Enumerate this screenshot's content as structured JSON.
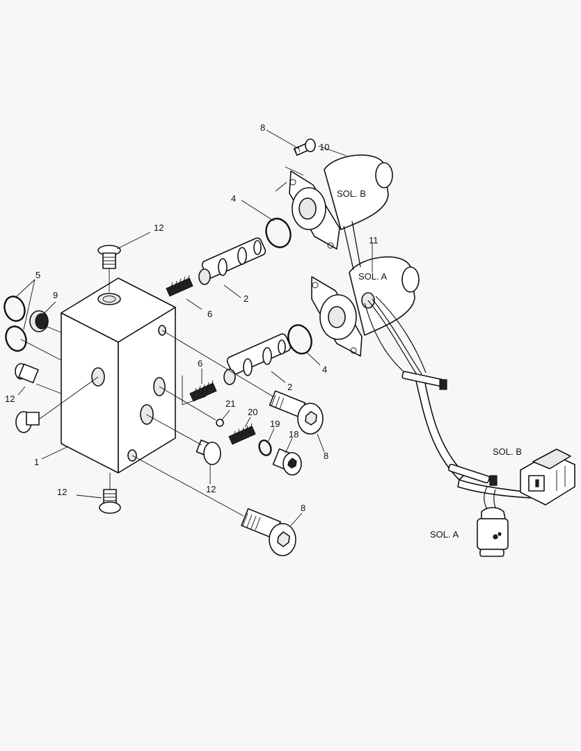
{
  "callouts": {
    "c1": "1",
    "c2a": "2",
    "c2b": "2",
    "c4a": "4",
    "c4b": "4",
    "c5": "5",
    "c6a": "6",
    "c6b": "6",
    "c8a": "8",
    "c8b": "8",
    "c8c": "8",
    "c9": "9",
    "c10": "10",
    "c11": "11",
    "c12a": "12",
    "c12b": "12",
    "c12c": "12",
    "c12d": "12",
    "c18": "18",
    "c19": "19",
    "c20": "20",
    "c21": "21"
  },
  "labels": {
    "sol_b_coil": "SOL. B",
    "sol_a_coil": "SOL. A",
    "sol_b_connector": "SOL. B",
    "sol_a_connector": "SOL. A"
  }
}
